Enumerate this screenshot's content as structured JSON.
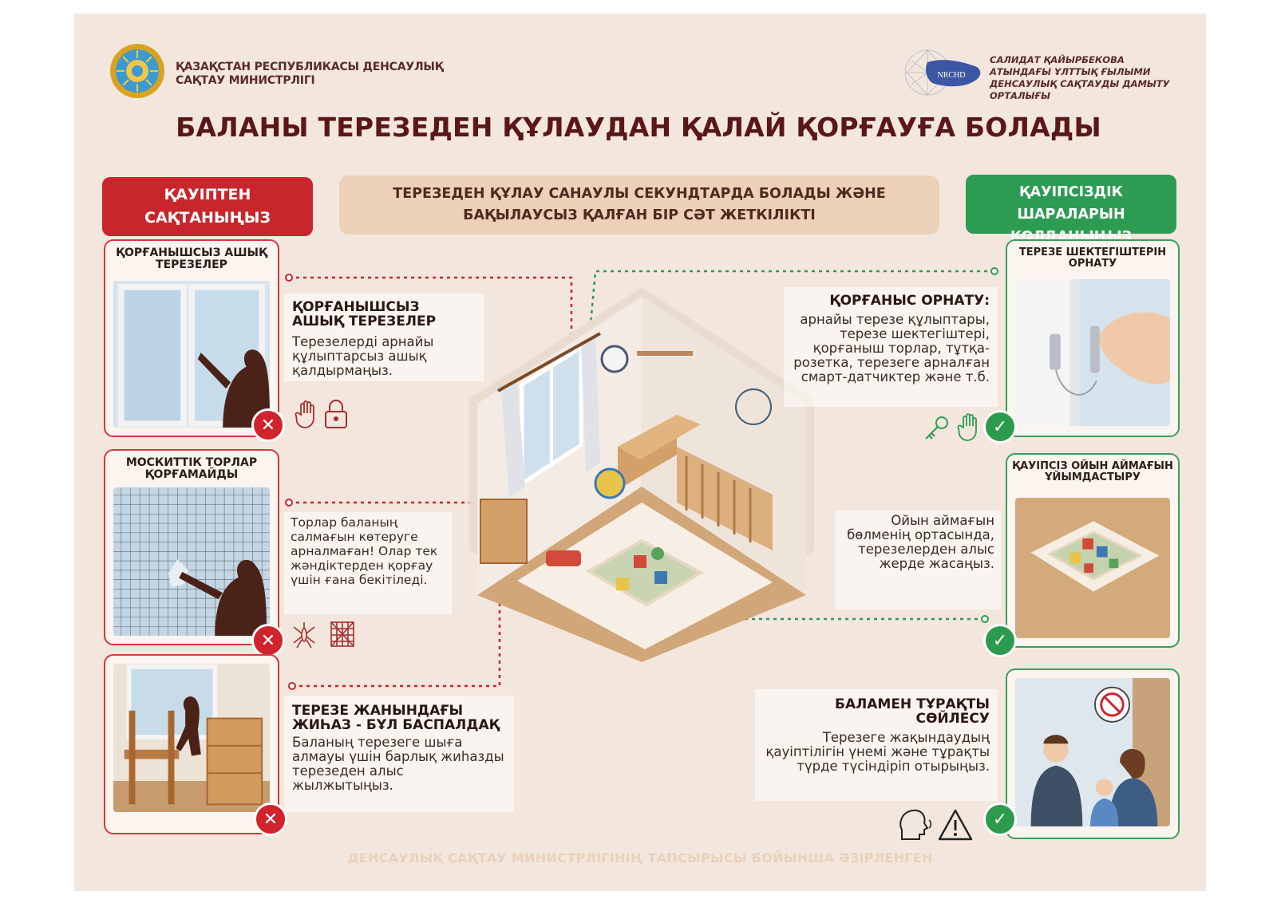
{
  "header": {
    "org_left": "ҚАЗАҚСТАН РЕСПУБЛИКАСЫ ДЕНСАУЛЫҚ САҚТАУ МИНИСТРЛІГІ",
    "org_right": "САЛИДАТ ҚАЙЫРБЕКОВА АТЫНДАҒЫ ҰЛТТЫҚ ҒЫЛЫМИ ДЕНСАУЛЫҚ САҚТАУДЫ ДАМЫТУ ОРТАЛЫҒЫ",
    "nrchd": "NRCHD"
  },
  "title": "БАЛАНЫ ТЕРЕЗЕДЕН ҚҰЛАУДАН ҚАЛАЙ ҚОРҒАУҒА БОЛАДЫ",
  "banners": {
    "left": "ҚАУІПТЕН САҚТАНЫҢЫЗ",
    "middle": "ТЕРЕЗЕДЕН ҚҰЛАУ САНАУЛЫ СЕКУНДТАРДА БОЛАДЫ ЖӘНЕ БАҚЫЛАУСЫЗ ҚАЛҒАН БІР СӘТ ЖЕТКІЛІКТІ",
    "right": "ҚАУІПСІЗДІК ШАРАЛАРЫН ҚОЛДАНЫҢЫЗ"
  },
  "left_cards": [
    {
      "title": "ҚОРҒАНЫШСЫЗ АШЫҚ ТЕРЕЗЕЛЕР"
    },
    {
      "title": "МОСКИТТІК ТОРЛАР ҚОРҒАМАЙДЫ"
    },
    {
      "title": ""
    }
  ],
  "right_cards": [
    {
      "title": "ТЕРЕЗЕ ШЕКТЕГІШТЕРІН ОРНАТУ"
    },
    {
      "title": "ҚАУІПСІЗ ОЙЫН АЙМАҒЫН ҰЙЫМДАСТЫРУ"
    },
    {
      "title": ""
    }
  ],
  "left_texts": [
    {
      "head": "ҚОРҒАНЫШСЫЗ АШЫҚ ТЕРЕЗЕЛЕР",
      "body": "Терезелерді арнайы құлыптарсыз ашық қалдырмаңыз."
    },
    {
      "head": "",
      "body": "Торлар баланың салмағын көтеруге арналмаған! Олар тек жәндіктерден қорғау үшін ғана бекітіледі."
    },
    {
      "head": "ТЕРЕЗЕ ЖАНЫНДАҒЫ ЖИҺАЗ - БҰЛ БАСПАЛДАҚ",
      "body": "Баланың терезеге шыға алмауы үшін барлық жиһазды терезеден алыс жылжытыңыз."
    }
  ],
  "right_texts": [
    {
      "head": "ҚОРҒАНЫС ОРНАТУ:",
      "body": "арнайы терезе құлыптары, терезе шектегіштері, қорғаныш торлар, тұтқа-розетка, терезеге арналған смарт-датчиктер және т.б."
    },
    {
      "head": "",
      "body": "Ойын аймағын бөлменің ортасында, терезелерден алыс жерде жасаңыз."
    },
    {
      "head": "БАЛАМЕН ТҰРАҚТЫ СӨЙЛЕСУ",
      "body": "Терезеге жақындаудың қауіптілігін үнемі және тұрақты түрде түсіндіріп отырыңыз."
    }
  ],
  "badges": {
    "cross": "✕",
    "check": "✓"
  },
  "footer": "ДЕНСАУЛЫҚ САҚТАУ МИНИСТРЛІГІНІҢ ТАПСЫРЫСЫ БОЙЫНША ӘЗІРЛЕНГЕН",
  "colors": {
    "background": "#f3e6dd",
    "danger": "#c9252c",
    "safe": "#2c9c52",
    "title": "#5b1717",
    "banner_mid": "#ecd1b8"
  },
  "icons": [
    "hand-stop-icon",
    "padlock-icon",
    "mosquito-icon",
    "net-icon",
    "key-icon",
    "hand-icon",
    "speaking-head-icon",
    "warning-icon"
  ]
}
